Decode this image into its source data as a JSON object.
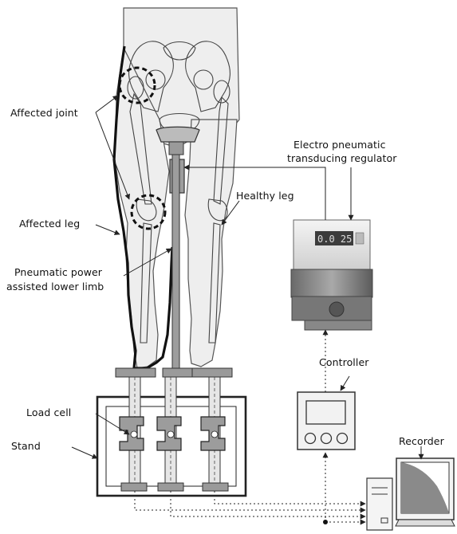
{
  "labels": {
    "affected_joint": "Affected joint",
    "electro_line1": "Electro pneumatic",
    "electro_line2": "transducing regulator",
    "healthy_leg": "Healthy leg",
    "affected_leg": "Affected leg",
    "pneumatic_line1": "Pneumatic power",
    "pneumatic_line2": "assisted lower limb",
    "controller": "Controller",
    "load_cell": "Load cell",
    "stand": "Stand",
    "recorder": "Recorder"
  },
  "regulator_display": "0.0 25"
}
